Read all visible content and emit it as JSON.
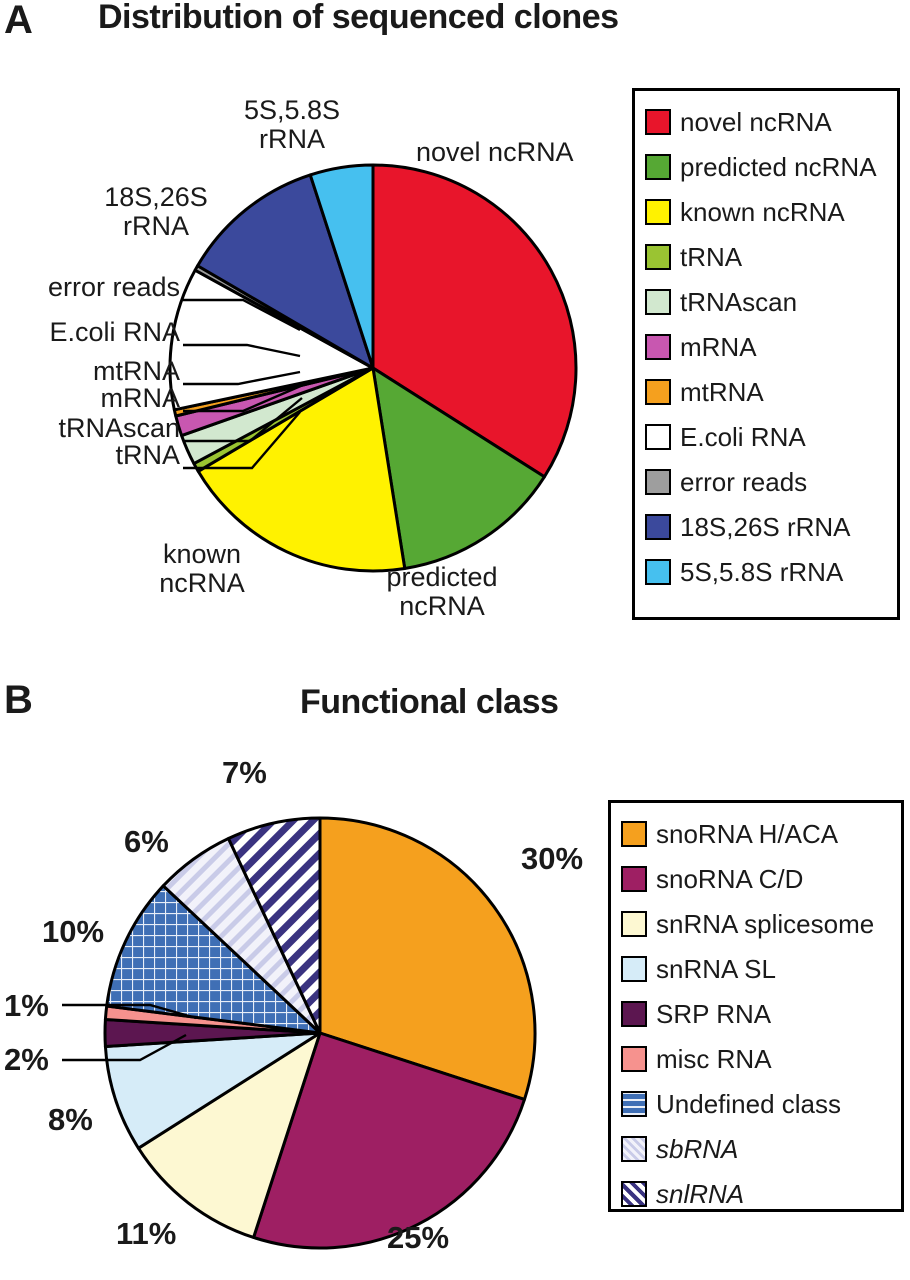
{
  "figure": {
    "panels": [
      {
        "letter": "A",
        "title": "Distribution of sequenced clones"
      },
      {
        "letter": "B",
        "title": "Functional class"
      }
    ]
  },
  "panelA": {
    "letter": "A",
    "title": "Distribution of sequenced clones",
    "legend": [
      {
        "label": "novel ncRNA",
        "color": "#e8152b"
      },
      {
        "label": "predicted ncRNA",
        "color": "#56a834"
      },
      {
        "label": "known ncRNA",
        "color": "#fff200"
      },
      {
        "label": "tRNA",
        "color": "#9ac432"
      },
      {
        "label": "tRNAscan",
        "color": "#d2e8cf"
      },
      {
        "label": "mRNA",
        "color": "#c857b0"
      },
      {
        "label": "mtRNA",
        "color": "#f5a01e"
      },
      {
        "label": "E.coli RNA",
        "color": "#ffffff"
      },
      {
        "label": "error reads",
        "color": "#9e9e9e"
      },
      {
        "label": "18S,26S rRNA",
        "color": "#3b499c"
      },
      {
        "label": "5S,5.8S rRNA",
        "color": "#46c0ef"
      }
    ],
    "callouts": [
      {
        "label": "novel ncRNA"
      },
      {
        "label": "5S,5.8S\nrRNA"
      },
      {
        "label": "18S,26S\nrRNA"
      },
      {
        "label": "error reads"
      },
      {
        "label": "E.coli RNA"
      },
      {
        "label": "mtRNA"
      },
      {
        "label": "mRNA"
      },
      {
        "label": "tRNAscan"
      },
      {
        "label": "tRNA"
      },
      {
        "label": "known\nncRNA"
      },
      {
        "label": "predicted\nncRNA"
      }
    ],
    "labels": {
      "novel_ncrna": "novel ncRNA",
      "rrna_5s_line1": "5S,5.8S",
      "rrna_5s_line2": "rRNA",
      "rrna_18s_line1": "18S,26S",
      "rrna_18s_line2": "rRNA",
      "error_reads": "error reads",
      "ecoli_rna": "E.coli RNA",
      "mtrna": "mtRNA",
      "mrna": "mRNA",
      "trnascan": "tRNAscan",
      "trna": "tRNA",
      "known_line1": "known",
      "known_line2": "ncRNA",
      "predicted_line1": "predicted",
      "predicted_line2": "ncRNA"
    },
    "chart_data": {
      "type": "pie",
      "title": "Distribution of sequenced clones",
      "start_angle_deg": 0,
      "direction": "clockwise",
      "labels_shown_as_percent": false,
      "categories": [
        "novel ncRNA",
        "predicted ncRNA",
        "known ncRNA",
        "tRNA",
        "tRNAscan",
        "mRNA",
        "mtRNA",
        "E.coli RNA",
        "error reads",
        "18S,26S rRNA",
        "5S,5.8S rRNA"
      ],
      "values": [
        34.0,
        13.5,
        19.0,
        0.7,
        2.4,
        1.6,
        0.5,
        11.3,
        0.4,
        11.6,
        5.0
      ],
      "colors": [
        "#e8152b",
        "#56a834",
        "#fff200",
        "#9ac432",
        "#d2e8cf",
        "#c857b0",
        "#f5a01e",
        "#ffffff",
        "#9e9e9e",
        "#3b499c",
        "#46c0ef"
      ],
      "legend_position": "right"
    }
  },
  "panelB": {
    "letter": "B",
    "title": "Functional class",
    "legend": [
      {
        "label": "snoRNA H/ACA",
        "color": "#f5a01e",
        "pattern": "solid",
        "italic": false
      },
      {
        "label": "snoRNA C/D",
        "color": "#9e1f63",
        "pattern": "solid",
        "italic": false
      },
      {
        "label": "snRNA splicesome",
        "color": "#fdf8d2",
        "pattern": "solid",
        "italic": false
      },
      {
        "label": "snRNA SL",
        "color": "#d6ecf8",
        "pattern": "solid",
        "italic": false
      },
      {
        "label": "SRP RNA",
        "color": "#5c1650",
        "pattern": "solid",
        "italic": false
      },
      {
        "label": "misc RNA",
        "color": "#f6928e",
        "pattern": "solid",
        "italic": false
      },
      {
        "label": "Undefined class",
        "color": "#3f6fb5",
        "pattern": "grid",
        "italic": false
      },
      {
        "label": "sbRNA",
        "color": "#e6e6f5",
        "pattern": "hatch-light",
        "italic": true
      },
      {
        "label": "snlRNA",
        "color": "#3a3380",
        "pattern": "hatch-dark",
        "italic": true
      }
    ],
    "percent_labels": [
      "30%",
      "25%",
      "11%",
      "8%",
      "2%",
      "1%",
      "10%",
      "6%",
      "7%"
    ],
    "chart_data": {
      "type": "pie",
      "title": "Functional class",
      "start_angle_deg": 0,
      "direction": "clockwise",
      "labels_shown_as_percent": true,
      "categories": [
        "snoRNA H/ACA",
        "snoRNA C/D",
        "snRNA splicesome",
        "snRNA SL",
        "SRP RNA",
        "misc RNA",
        "Undefined class",
        "sbRNA",
        "snlRNA"
      ],
      "values": [
        30,
        25,
        11,
        8,
        2,
        1,
        10,
        6,
        7
      ],
      "data_labels": [
        "30%",
        "25%",
        "11%",
        "8%",
        "2%",
        "1%",
        "10%",
        "6%",
        "7%"
      ],
      "colors": [
        "#f5a01e",
        "#9e1f63",
        "#fdf8d2",
        "#d6ecf8",
        "#5c1650",
        "#f6928e",
        "#3f6fb5",
        "#e6e6f5",
        "#3a3380"
      ],
      "patterns": [
        "solid",
        "solid",
        "solid",
        "solid",
        "solid",
        "solid",
        "grid",
        "hatch-light",
        "hatch-dark"
      ],
      "legend_position": "right"
    }
  }
}
